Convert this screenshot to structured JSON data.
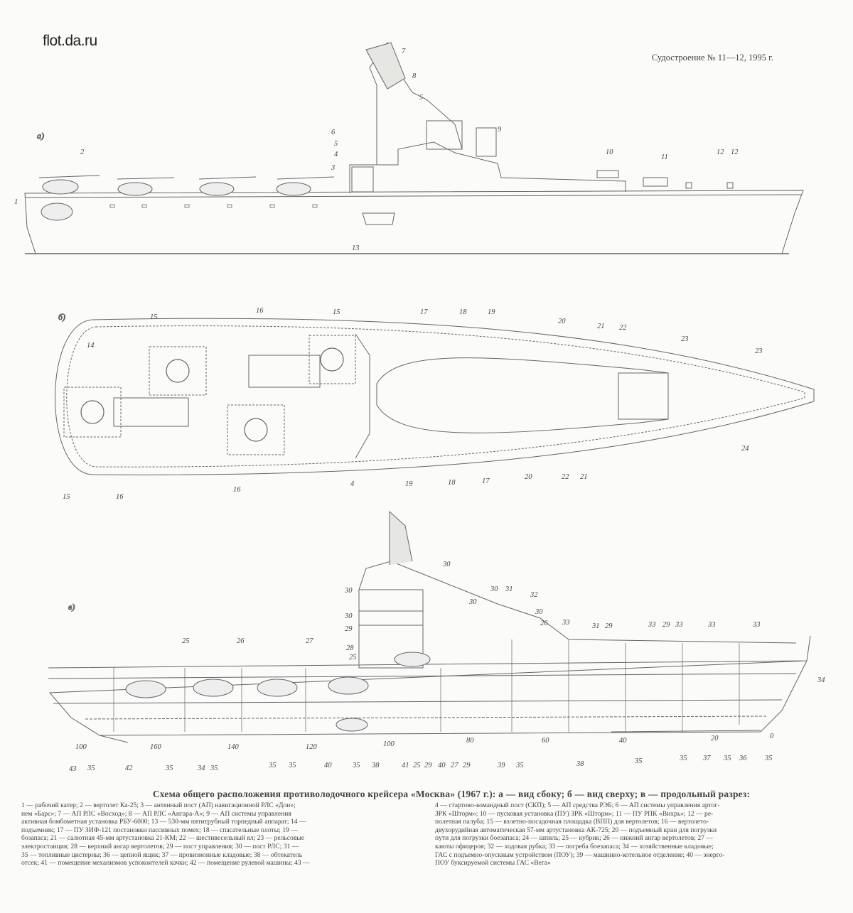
{
  "header": {
    "site": "flot.da.ru",
    "journal": "Судостроение № 11—12, 1995 г."
  },
  "views": {
    "side": "а)",
    "top": "б)",
    "section": "в)"
  },
  "callouts": {
    "side": [
      "1",
      "2",
      "3",
      "4",
      "5",
      "6",
      "5",
      "7",
      "8",
      "9",
      "13",
      "10",
      "11",
      "12",
      "12"
    ],
    "top": [
      "14",
      "15",
      "16",
      "15",
      "17",
      "18",
      "19",
      "20",
      "21",
      "22",
      "23",
      "23",
      "15",
      "16",
      "16",
      "4",
      "19",
      "18",
      "17",
      "20",
      "22",
      "21",
      "24"
    ],
    "section_upper": [
      "30",
      "30",
      "30",
      "29",
      "28",
      "25",
      "30",
      "30",
      "31",
      "32",
      "30",
      "26",
      "33",
      "31",
      "29",
      "33",
      "29",
      "33",
      "33",
      "33",
      "25",
      "26",
      "27",
      "34"
    ],
    "section_lower": [
      "43",
      "35",
      "42",
      "35",
      "34",
      "35",
      "35",
      "35",
      "40",
      "35",
      "38",
      "41",
      "25",
      "29",
      "40",
      "27",
      "29",
      "39",
      "35",
      "38",
      "35",
      "35",
      "37",
      "35",
      "36",
      "35"
    ],
    "frames": [
      "100",
      "160",
      "140",
      "120",
      "100",
      "80",
      "60",
      "40",
      "20",
      "0"
    ]
  },
  "caption": {
    "title": "Схема общего расположения противолодочного крейсера «Москва» (1967 г.): а — вид сбоку; б — вид сверху; в — продольный разрез:",
    "left_lines": [
      "1 — рабочий катер; 2 — вертолет Ка-25; 3 — антенный пост (АП) навигационной РЛС «Дон»;",
      "нем «Барс»; 7 — АП РЛС «Восход»; 8 — АП РЛС «Ангара-А»; 9 — АП системы управления",
      "активная бомбометная установка РБУ-6000; 13 — 530-мм пятитрубный торпедный аппарат; 14 —",
      "подъемник; 17 — ПУ ЗИФ-121 постановки пассивных помех; 18 — спасательные плоты; 19 —",
      "бозапаса; 21 — салютная 45-мм артустановка 21-КМ; 22 — шестивесельный ял; 23 — рельсовые",
      "электростанция; 28 — верхний ангар вертолетов; 29 — пост управления; 30 — пост РЛС; 31 —",
      "35 — топливные цистерны; 36 — цепной ящик; 37 — провизионные кладовые; 38 — обтекатель",
      "отсек; 41 — помещение механизмов успокоителей качки; 42 — помещение рулевой машины; 43 —"
    ],
    "right_lines": [
      "4 — стартово-командный пост (СКП); 5 — АП средства РЭБ; 6 — АП системы управления артог-",
      "ЗРК «Шторм»; 10 — пусковая установка (ПУ) ЗРК «Шторм»; 11 — ПУ РПК «Вихрь»; 12 — ре-",
      "полетная палуба; 15 — взлетно-посадочная площадка (ВПП) для вертолетов; 16 — вертолето-",
      "двухорудийная автоматическая 57-мм артустановка АК-725; 20 — подъемный кран для погрузки",
      "пути для погрузки боезапаса; 24 — шпиль; 25 — кубрик; 26 — нижний ангар вертолетов; 27 —",
      "каюты офицеров; 32 — ходовая рубка; 33 — погреба боезапаса; 34 — хозяйственные кладовые;",
      "ГАС с подъемно-опускным устройством (ПОУ); 39 — машинно-котельное отделение; 40 — энерго-",
      "ПОУ буксируемой системы ГАС «Вега»"
    ]
  },
  "colors": {
    "ink": "#555555",
    "paper": "#fbfbf9"
  }
}
